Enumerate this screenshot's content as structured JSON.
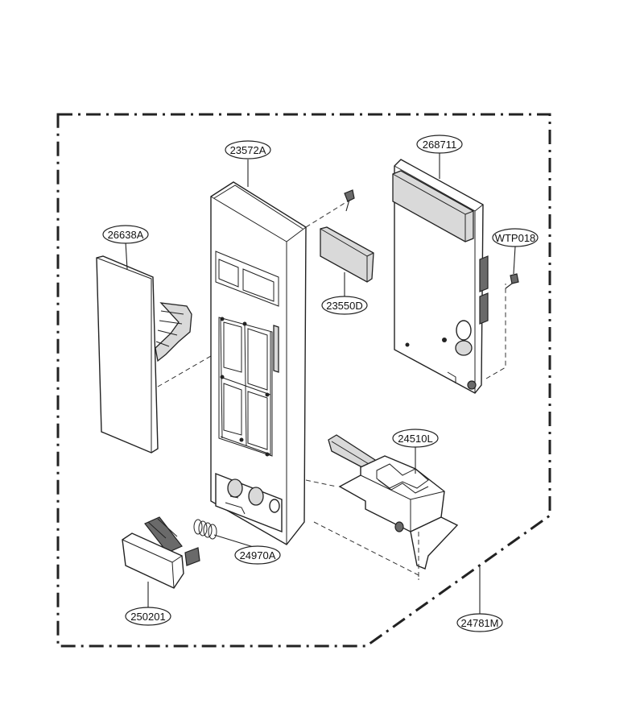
{
  "diagram": {
    "part_labels": {
      "panel_frame": "23572A",
      "pcb_assembly": "268711",
      "membrane_switch": "26638A",
      "screw": "WTP018",
      "display_window": "23550D",
      "door_latch_lever": "24510L",
      "spring": "24970A",
      "push_button": "250201",
      "control_panel_assembly": "24781M"
    }
  }
}
